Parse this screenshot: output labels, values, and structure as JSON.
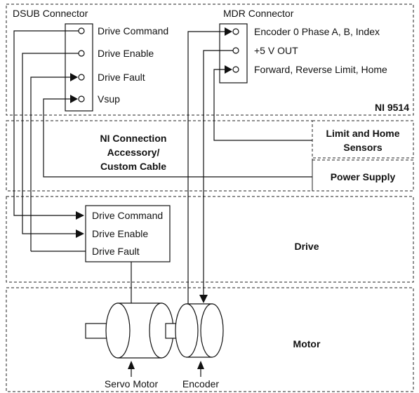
{
  "colors": {
    "line": "#111111",
    "drum_fill": "#ffffff"
  },
  "sections": {
    "ni9514": "NI 9514",
    "accessory": [
      "NI Connection",
      "Accessory/",
      "Custom Cable"
    ],
    "limit_sensors": [
      "Limit and Home",
      "Sensors"
    ],
    "power_supply": "Power Supply",
    "drive": "Drive",
    "motor": "Motor"
  },
  "dsub": {
    "title": "DSUB Connector",
    "pins": [
      "Drive Command",
      "Drive Enable",
      "Drive Fault",
      "Vsup"
    ]
  },
  "mdr": {
    "title": "MDR Connector",
    "pins": [
      "Encoder 0 Phase A, B, Index",
      "+5 V OUT",
      "Forward, Reverse Limit, Home"
    ]
  },
  "drive_box": {
    "pins": [
      "Drive Command",
      "Drive Enable",
      "Drive Fault"
    ]
  },
  "motor_labels": {
    "servo": "Servo Motor",
    "encoder": "Encoder"
  }
}
